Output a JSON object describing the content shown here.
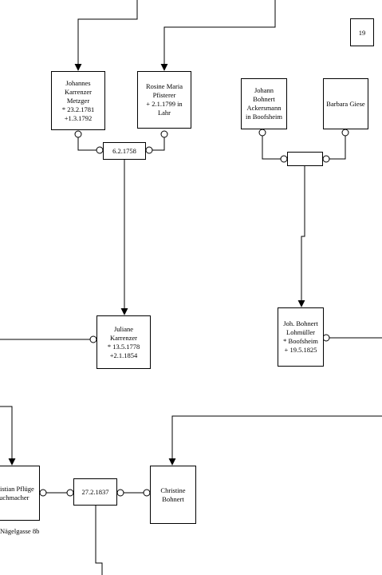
{
  "page_number": "19",
  "persons": {
    "johannes": "Johannes\nKarrenzer\nMetzger\n* 23.2.1781\n+1.3.1792",
    "rosine": "Rosine Maria\nPfisterer\n+ 2.1.1799 in\nLahr",
    "johann_bohnert": "Johann\nBohnert\nAckersmann\nin Boofsheim",
    "barbara": "Barbara Giese",
    "juliane": "Juliane\nKarrenzer\n* 13.5.1778\n+2.1.1854",
    "joh_bohnert": "Joh. Bohnert\nLohmüller\n* Boofsheim\n+ 19.5.1825",
    "christian": "Christian Pflüge\nBuchmacher",
    "christine": "Christine\nBohnert"
  },
  "marriages": {
    "m1": "6.2.1758",
    "m2": "",
    "m3": "27.2.1837"
  },
  "notes": {
    "address": "Nägelgasse 8b"
  }
}
